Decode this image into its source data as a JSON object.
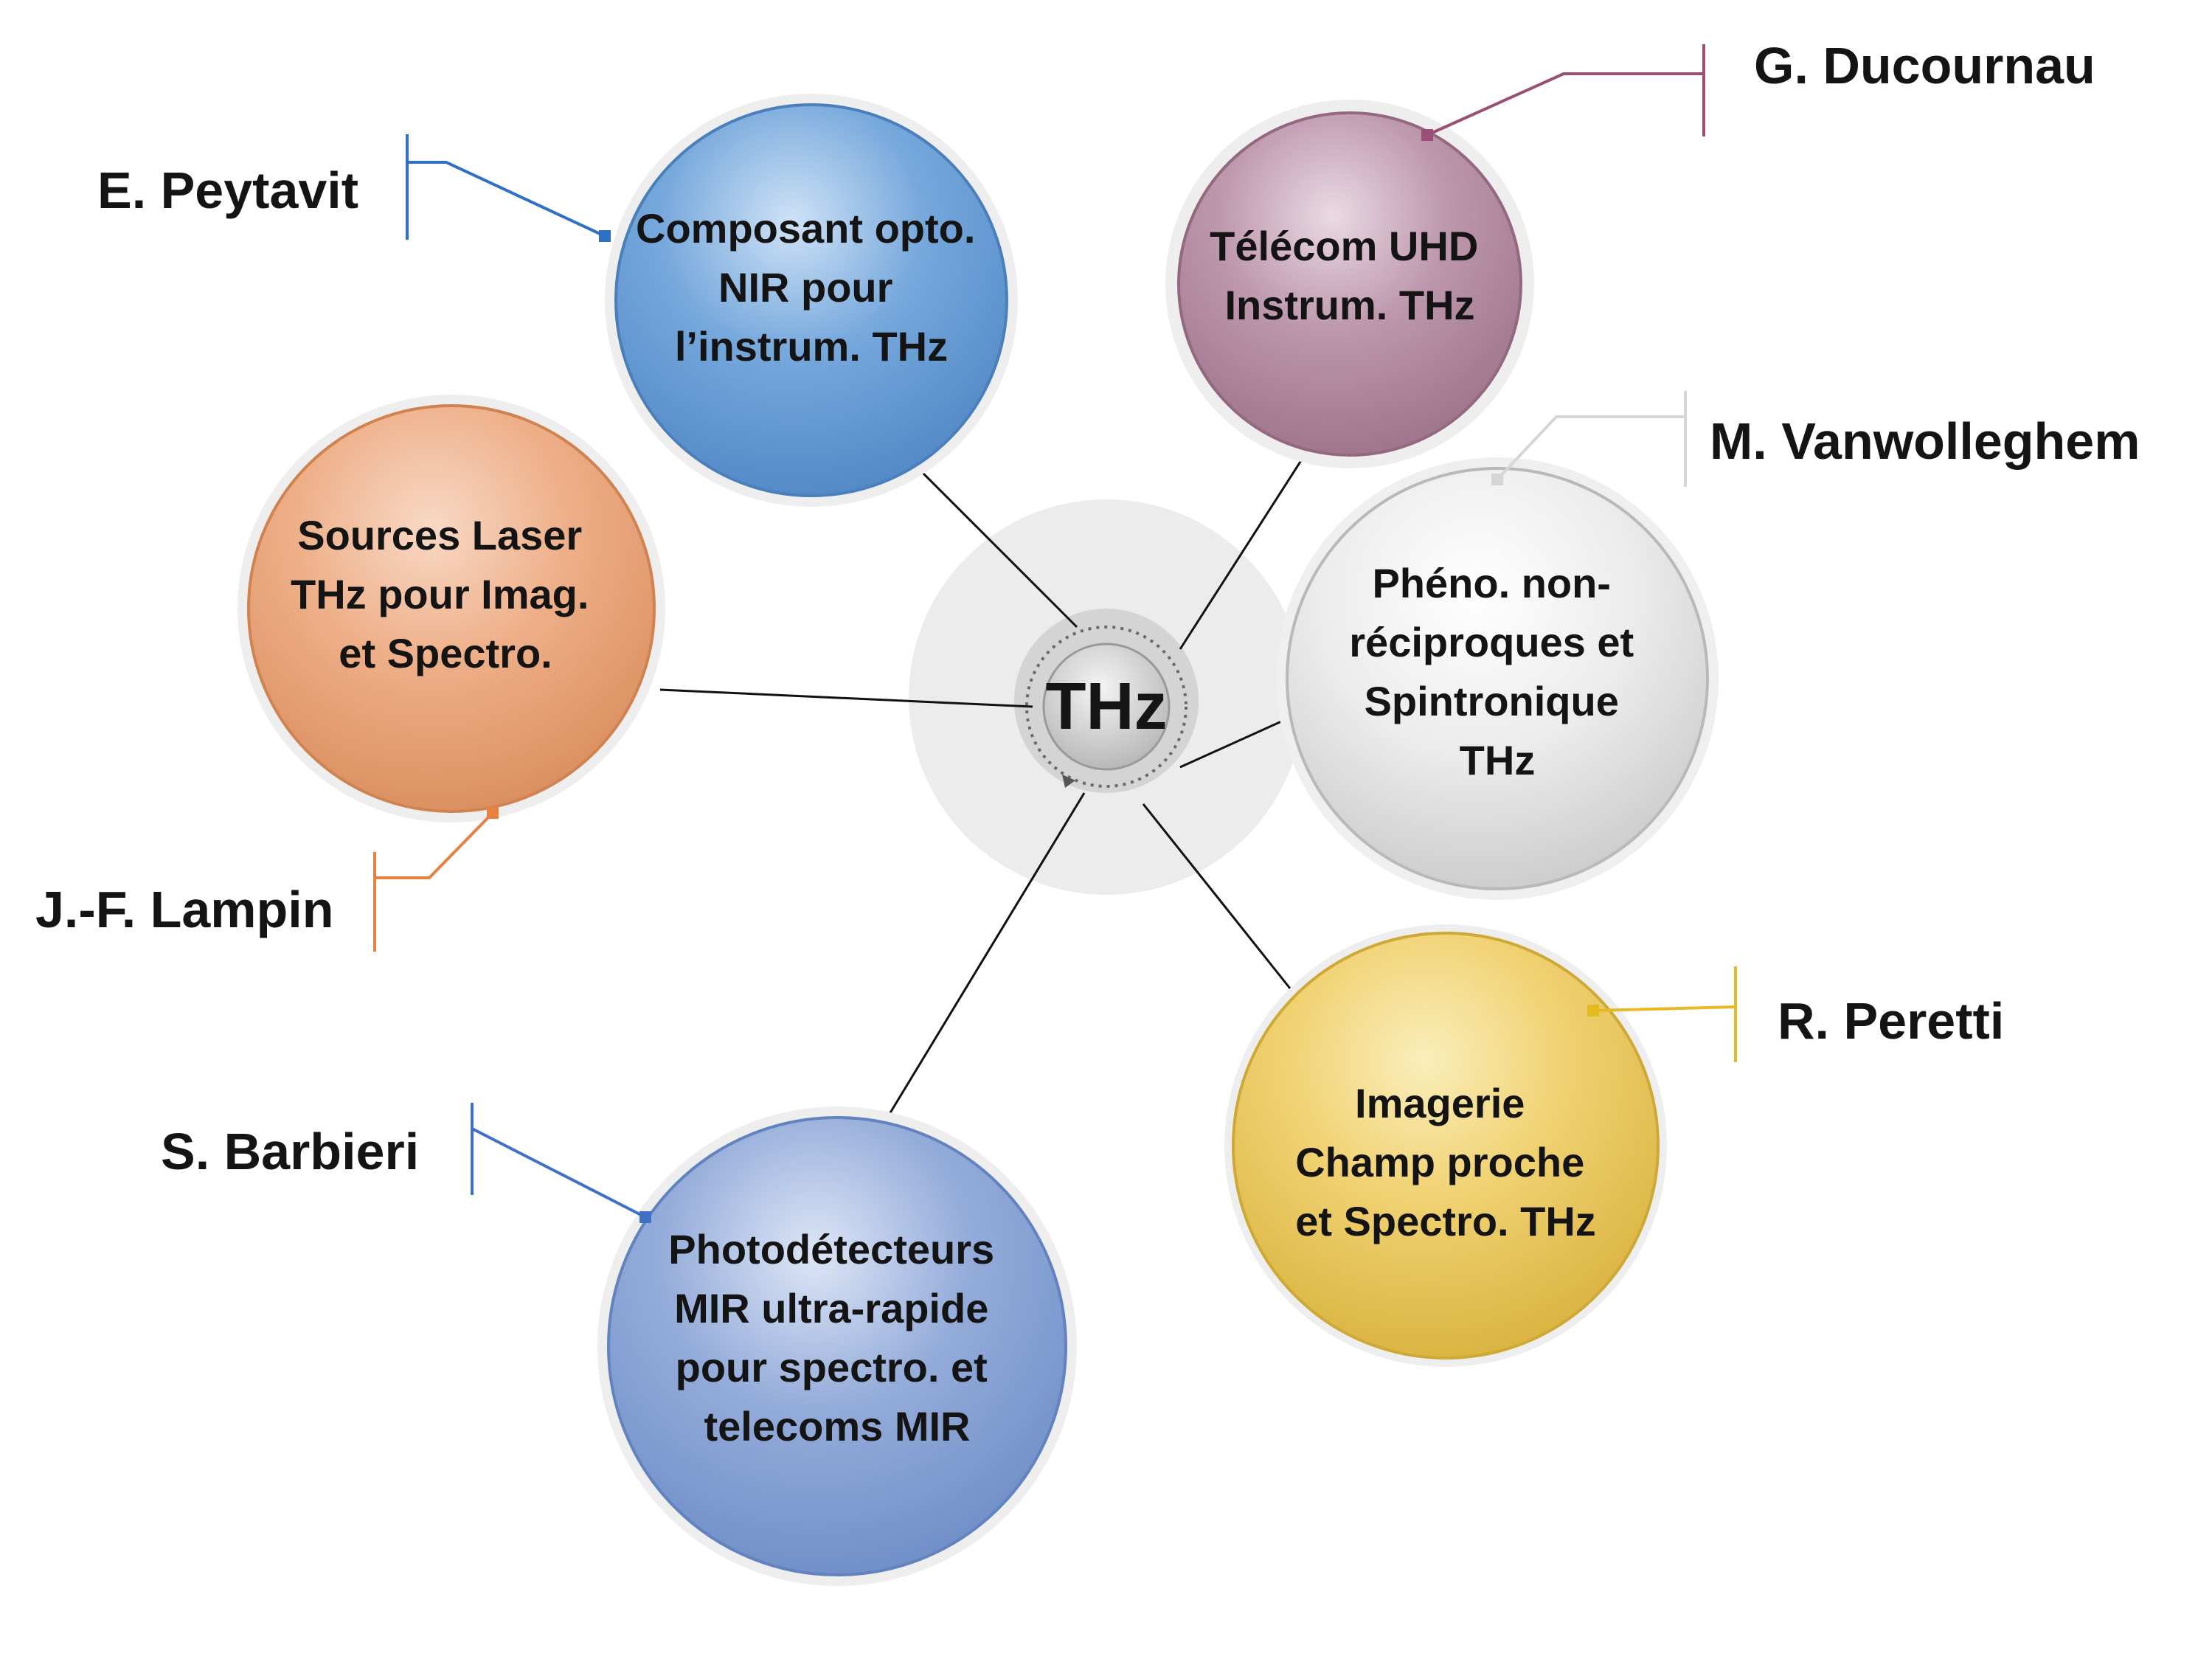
{
  "center": {
    "label": "THz"
  },
  "bubbles": [
    {
      "id": "composant-opto",
      "lines": [
        "Composant opto.",
        "NIR pour",
        "l’instrum. THz"
      ],
      "color": "#6aa0d6",
      "person": "E. Peytavit",
      "person_color": "#2f6fc4"
    },
    {
      "id": "telecom-uhd",
      "lines": [
        "Télécom UHD",
        "Instrum. THz"
      ],
      "color": "#b48ca2",
      "person": "G. Ducournau",
      "person_color": "#9b4f76"
    },
    {
      "id": "sources-laser",
      "lines": [
        "Sources Laser",
        "THz pour Imag.",
        "et Spectro."
      ],
      "color": "#eba57c",
      "person": "J.-F. Lampin",
      "person_color": "#e8803f"
    },
    {
      "id": "pheno-non-reciproques",
      "lines": [
        "Phéno. non-",
        "réciproques et",
        "Spintronique",
        "THz"
      ],
      "color": "#e6e6e6",
      "person": "M. Vanwolleghem",
      "person_color": "#d6d6d6"
    },
    {
      "id": "imagerie",
      "lines": [
        "Imagerie",
        "Champ proche",
        "et Spectro. THz"
      ],
      "color": "#eece66",
      "person": "R. Peretti",
      "person_color": "#e6bb22"
    },
    {
      "id": "photodetecteurs",
      "lines": [
        "Photodétecteurs",
        "MIR ultra-rapide",
        "pour spectro. et",
        "telecoms MIR"
      ],
      "color": "#8aa3d4",
      "person": "S. Barbieri",
      "person_color": "#3f6fc6"
    }
  ]
}
